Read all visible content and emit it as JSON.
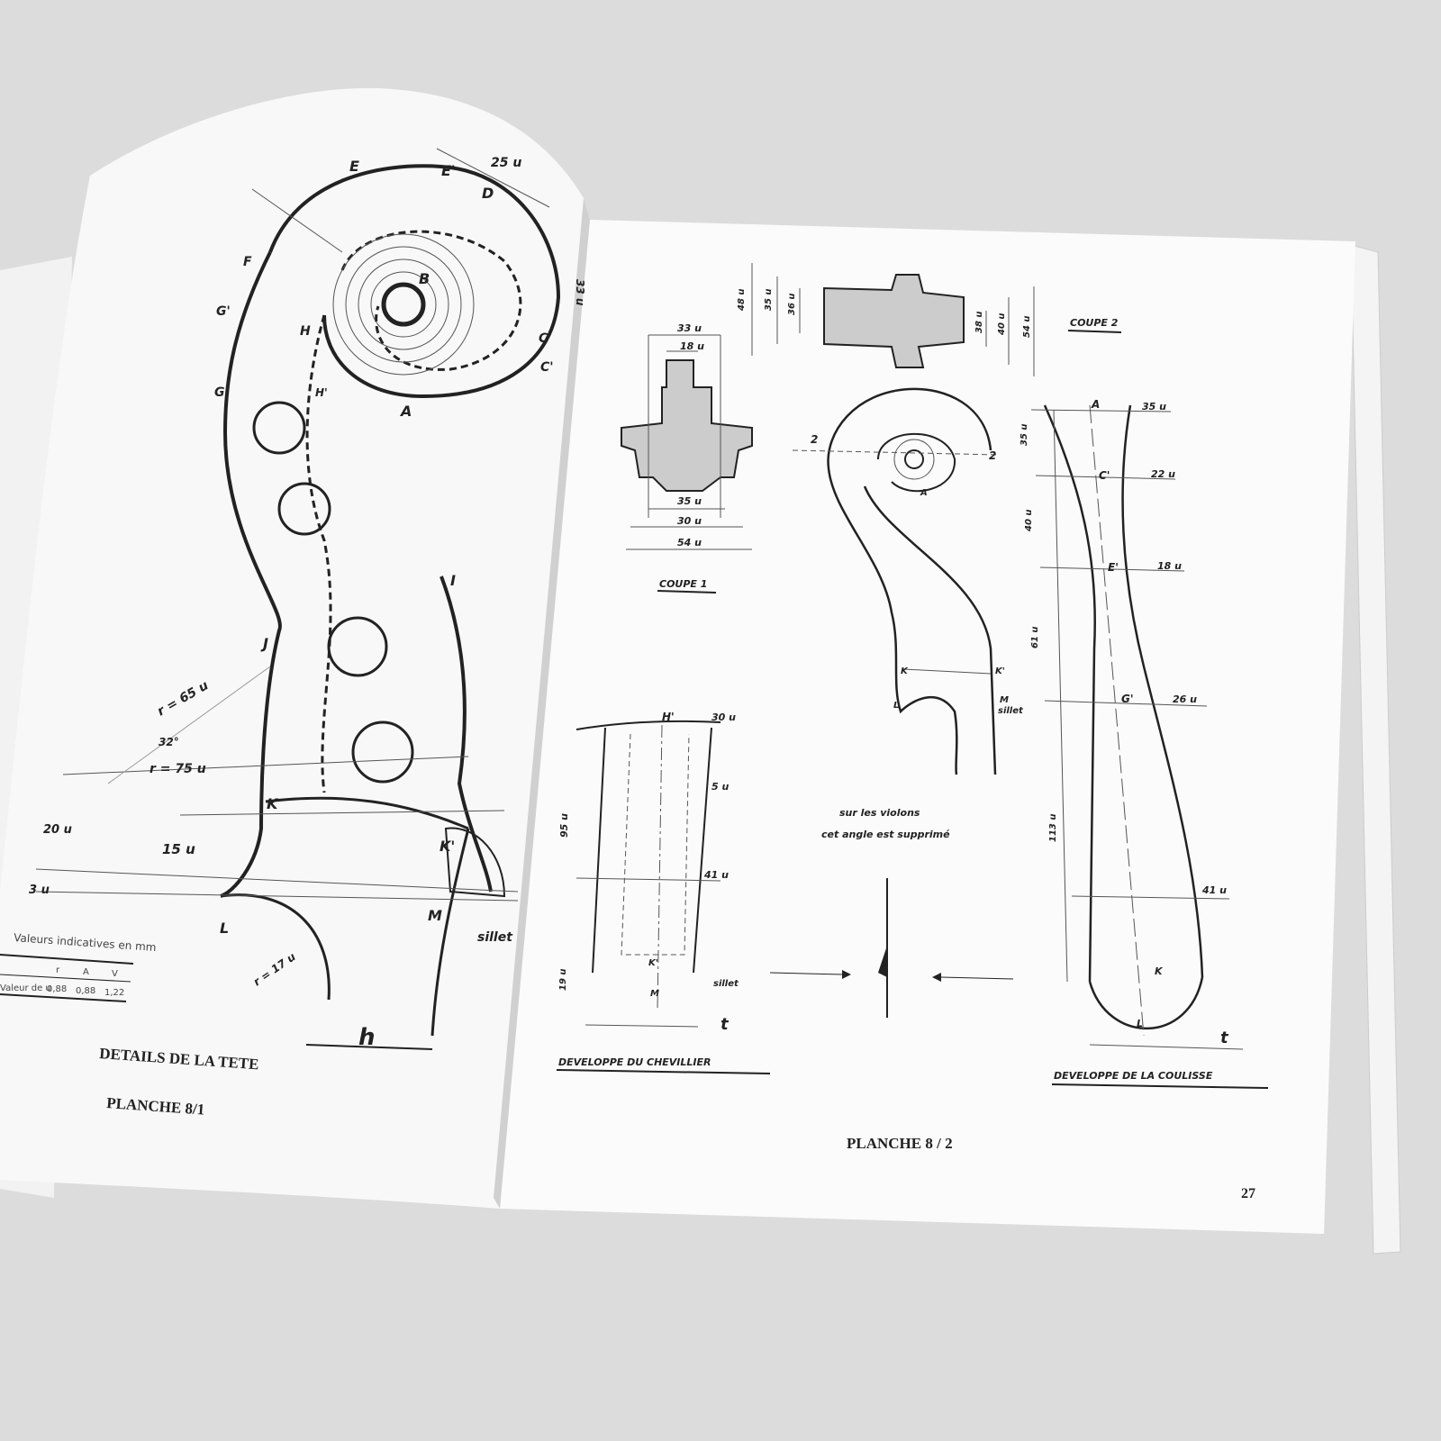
{
  "left_page": {
    "title": "DETAILS DE LA TETE",
    "plate": "PLANCHE 8/1",
    "points": [
      "E",
      "E'",
      "D",
      "A",
      "B",
      "C",
      "C'",
      "F",
      "G",
      "G'",
      "H",
      "H'",
      "I",
      "J",
      "K",
      "K'",
      "L",
      "M"
    ],
    "dims": {
      "top": "25 u",
      "r1": "r = 65 u",
      "r2": "r = 75 u",
      "angle": "32°",
      "d1": "20 u",
      "d2": "15 u",
      "d3": "3 u",
      "r3": "r = 17 u",
      "h": "h",
      "sillet": "sillet",
      "right_v": "33 u"
    },
    "table": {
      "caption": "Valeurs indicatives en mm",
      "headers": [
        "",
        "r",
        "A",
        "V"
      ],
      "rows": [
        [
          "Valeur de u",
          "0,88",
          "0,88",
          "1,22"
        ]
      ]
    }
  },
  "right_page": {
    "plate": "PLANCHE 8 / 2",
    "page_number": "27",
    "coupe1": {
      "label": "COUPE 1",
      "dims": [
        "33 u",
        "18 u",
        "35 u",
        "30 u",
        "54 u"
      ]
    },
    "coupe2": {
      "label": "COUPE 2",
      "dims": [
        "48 u",
        "35 u",
        "36 u",
        "38 u",
        "40 u",
        "54 u"
      ]
    },
    "scroll_labels": [
      "2",
      "2",
      "K",
      "K'",
      "M",
      "sillet",
      "L",
      "A"
    ],
    "chevillier": {
      "label": "DEVELOPPE DU CHEVILLIER",
      "dims": [
        "H'",
        "30 u",
        "5 u",
        "95 u",
        "41 u",
        "K'",
        "M",
        "19 u",
        "sillet",
        "t"
      ]
    },
    "note": [
      "sur les violons",
      "cet angle est supprimé"
    ],
    "coulisse": {
      "label": "DEVELOPPE DE LA COULISSE",
      "dims": [
        "A",
        "35 u",
        "35 u",
        "C'",
        "22 u",
        "40 u",
        "E'",
        "18 u",
        "61 u",
        "G'",
        "26 u",
        "113 u",
        "41 u",
        "K",
        "L",
        "t"
      ]
    }
  }
}
